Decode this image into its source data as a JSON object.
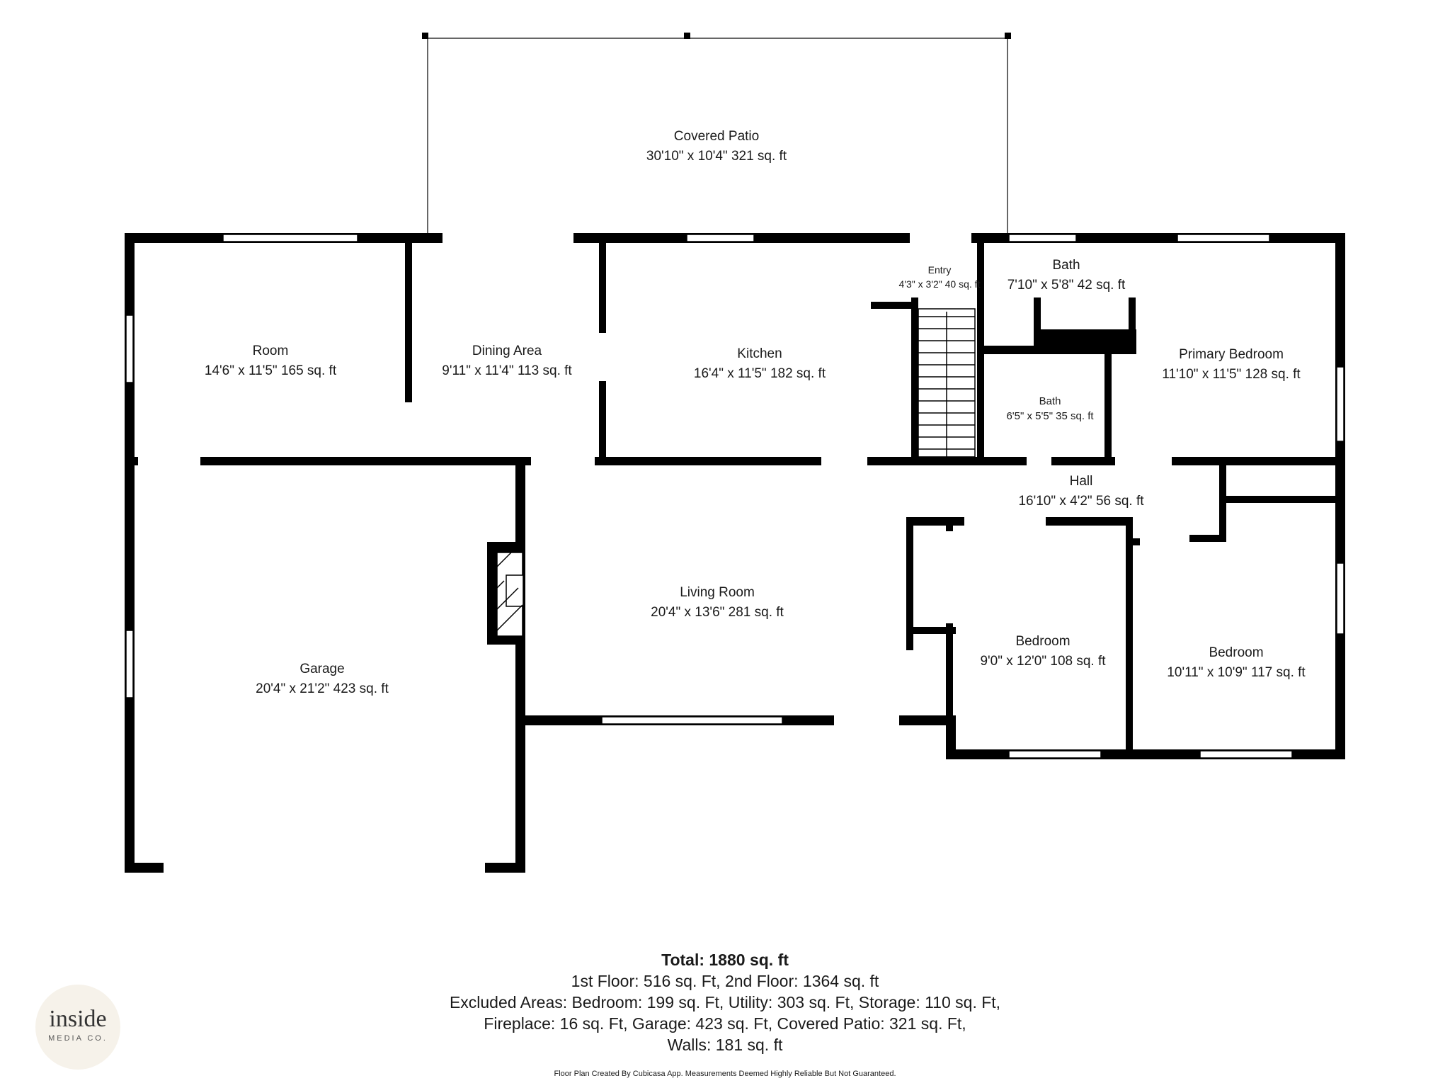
{
  "rooms": {
    "covered_patio": {
      "name": "Covered Patio",
      "dims": "30'10\" x 10'4\" 321 sq. ft"
    },
    "room": {
      "name": "Room",
      "dims": "14'6\" x 11'5\" 165 sq. ft"
    },
    "dining": {
      "name": "Dining Area",
      "dims": "9'11\" x 11'4\" 113 sq. ft"
    },
    "kitchen": {
      "name": "Kitchen",
      "dims": "16'4\" x 11'5\" 182 sq. ft"
    },
    "entry": {
      "name": "Entry",
      "dims": "4'3\" x 3'2\" 40 sq. ft"
    },
    "bath_upper": {
      "name": "Bath",
      "dims": "7'10\" x 5'8\" 42 sq. ft"
    },
    "bath_lower": {
      "name": "Bath",
      "dims": "6'5\" x 5'5\" 35 sq. ft"
    },
    "primary_bedroom": {
      "name": "Primary Bedroom",
      "dims": "11'10\" x 11'5\" 128 sq. ft"
    },
    "hall": {
      "name": "Hall",
      "dims": "16'10\" x 4'2\" 56 sq. ft"
    },
    "garage": {
      "name": "Garage",
      "dims": "20'4\" x 21'2\" 423 sq. ft"
    },
    "living": {
      "name": "Living Room",
      "dims": "20'4\" x 13'6\" 281 sq. ft"
    },
    "bedroom_1": {
      "name": "Bedroom",
      "dims": "9'0\" x 12'0\" 108 sq. ft"
    },
    "bedroom_2": {
      "name": "Bedroom",
      "dims": "10'11\" x 10'9\" 117 sq. ft"
    }
  },
  "summary": {
    "total": "Total: 1880 sq. ft",
    "line1": "1st Floor: 516 sq. Ft, 2nd Floor: 1364 sq. ft",
    "line2": "Excluded Areas: Bedroom: 199 sq. Ft, Utility: 303 sq. Ft, Storage: 110 sq. Ft,",
    "line3": "Fireplace: 16 sq. Ft, Garage: 423 sq. Ft, Covered Patio: 321 sq. Ft,",
    "line4": "Walls: 181 sq. ft"
  },
  "disclaimer": "Floor Plan Created By Cubicasa App. Measurements Deemed Highly Reliable But Not Guaranteed.",
  "logo": {
    "brand": "inside",
    "sub": "MEDIA CO."
  },
  "colors": {
    "wall": "#000000",
    "window": "#ffffff",
    "logo_bg": "#f6f2ea"
  }
}
